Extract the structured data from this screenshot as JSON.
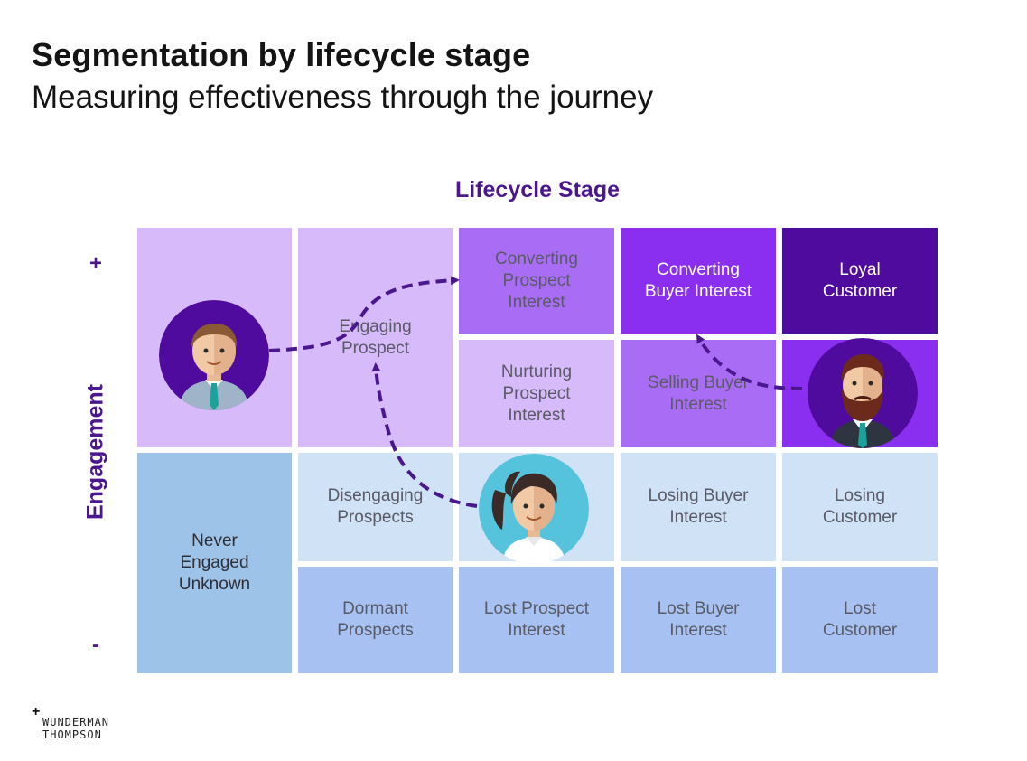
{
  "header": {
    "title": "Segmentation by lifecycle stage",
    "subtitle": "Measuring effectiveness through the journey"
  },
  "axes": {
    "x_title": "Lifecycle Stage",
    "y_title": "Engagement",
    "y_high": "+",
    "y_low": "-"
  },
  "colors": {
    "accent": "#4b178f",
    "lavender": "#d7bafa",
    "purple_mid": "#a96df5",
    "purple_bright": "#8a2ef0",
    "purple_dark": "#4f0b9e",
    "blue_light": "#cfe2f6",
    "blue_mid": "#a7c2f2",
    "blue_never": "#9dc3e8"
  },
  "segments": {
    "engaging_prospect": "Engaging\nProspect",
    "converting_prospect_interest": "Converting\nProspect\nInterest",
    "converting_buyer_interest": "Converting\nBuyer Interest",
    "loyal_customer": "Loyal\nCustomer",
    "nurturing_prospect_interest": "Nurturing\nProspect\nInterest",
    "selling_buyer_interest": "Selling Buyer\nInterest",
    "never_engaged_unknown": "Never\nEngaged\nUnknown",
    "disengaging_prospects": "Disengaging\nProspects",
    "losing_buyer_interest": "Losing Buyer\nInterest",
    "losing_customer": "Losing\nCustomer",
    "dormant_prospects": "Dormant\nProspects",
    "lost_prospect_interest": "Lost Prospect\nInterest",
    "lost_buyer_interest": "Lost Buyer\nInterest",
    "lost_customer": "Lost\nCustomer"
  },
  "logo": {
    "symbol": "+",
    "line1": "WUNDERMAN",
    "line2": "THOMPSON"
  }
}
